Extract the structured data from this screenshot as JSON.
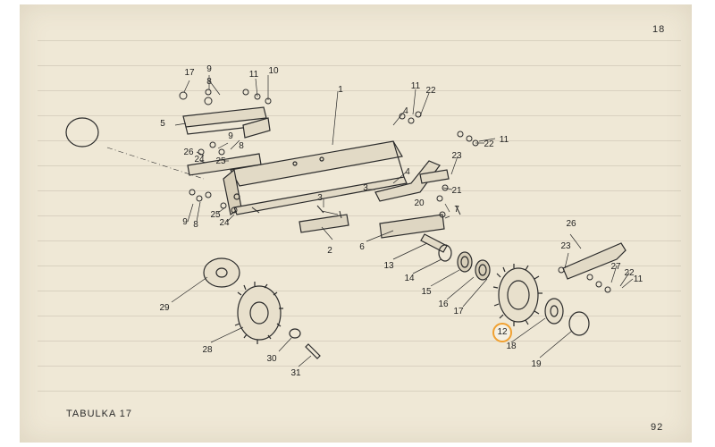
{
  "page": {
    "corner_number": "18",
    "table_label": "TABULKA 17",
    "page_number": "92",
    "highlight_color": "#f0a030"
  },
  "callouts": [
    {
      "id": "c17a",
      "text": "17"
    },
    {
      "id": "c9a",
      "text": "9"
    },
    {
      "id": "c8a",
      "text": "8"
    },
    {
      "id": "c11a",
      "text": "11"
    },
    {
      "id": "c10",
      "text": "10"
    },
    {
      "id": "c1",
      "text": "1"
    },
    {
      "id": "c11b",
      "text": "11"
    },
    {
      "id": "c22a",
      "text": "22"
    },
    {
      "id": "c4a",
      "text": "4"
    },
    {
      "id": "c5",
      "text": "5"
    },
    {
      "id": "c9b",
      "text": "9"
    },
    {
      "id": "c8b",
      "text": "8"
    },
    {
      "id": "c26a",
      "text": "26"
    },
    {
      "id": "c24a",
      "text": "24"
    },
    {
      "id": "c25a",
      "text": "25"
    },
    {
      "id": "c22b",
      "text": "22"
    },
    {
      "id": "c11c",
      "text": "11"
    },
    {
      "id": "c23a",
      "text": "23"
    },
    {
      "id": "c4b",
      "text": "4"
    },
    {
      "id": "c3a",
      "text": "3"
    },
    {
      "id": "c21",
      "text": "21"
    },
    {
      "id": "c9c",
      "text": "9"
    },
    {
      "id": "c8c",
      "text": "8"
    },
    {
      "id": "c25b",
      "text": "25"
    },
    {
      "id": "c24b",
      "text": "24"
    },
    {
      "id": "c3b",
      "text": "3"
    },
    {
      "id": "c20",
      "text": "20"
    },
    {
      "id": "c7",
      "text": "7"
    },
    {
      "id": "c2",
      "text": "2"
    },
    {
      "id": "c6",
      "text": "6"
    },
    {
      "id": "c26b",
      "text": "26"
    },
    {
      "id": "c23b",
      "text": "23"
    },
    {
      "id": "c13",
      "text": "13"
    },
    {
      "id": "c27",
      "text": "27"
    },
    {
      "id": "c22c",
      "text": "22"
    },
    {
      "id": "c11d",
      "text": "11"
    },
    {
      "id": "c14",
      "text": "14"
    },
    {
      "id": "c15",
      "text": "15"
    },
    {
      "id": "c16",
      "text": "16"
    },
    {
      "id": "c17b",
      "text": "17"
    },
    {
      "id": "c12",
      "text": "12"
    },
    {
      "id": "c29",
      "text": "29"
    },
    {
      "id": "c18",
      "text": "18"
    },
    {
      "id": "c19",
      "text": "19"
    },
    {
      "id": "c28",
      "text": "28"
    },
    {
      "id": "c30",
      "text": "30"
    },
    {
      "id": "c31",
      "text": "31"
    }
  ],
  "highlighted_part": "12"
}
